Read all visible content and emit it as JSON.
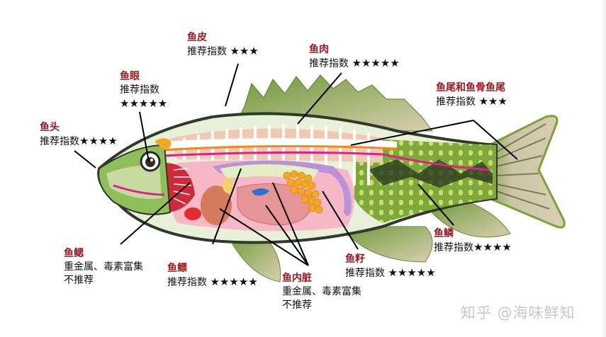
{
  "diagram": {
    "subject": "fish anatomy — parts recommended for eating",
    "labels": [
      {
        "id": "head",
        "title": "鱼头",
        "text": "推荐指数",
        "stars": "★★★★",
        "rating": 4
      },
      {
        "id": "eye",
        "title": "鱼眼",
        "text": "推荐指数",
        "stars": "★★★★★",
        "rating": 5
      },
      {
        "id": "skin",
        "title": "鱼皮",
        "text": "推荐指数",
        "stars": "★★★",
        "rating": 3
      },
      {
        "id": "meat",
        "title": "鱼肉",
        "text": "推荐指数",
        "stars": "★★★★★",
        "rating": 5
      },
      {
        "id": "tail",
        "title": "鱼尾和鱼骨鱼尾",
        "text": "推荐指数",
        "stars": "★★★",
        "rating": 3
      },
      {
        "id": "gills",
        "title": "鱼鳃",
        "text": "重金属、毒素富集",
        "text2": "不推荐",
        "rating": 0
      },
      {
        "id": "swim-bladder",
        "title": "鱼鳔",
        "text": "推荐指数",
        "stars": "★★★★★",
        "rating": 5
      },
      {
        "id": "viscera",
        "title": "鱼内脏",
        "text": "重金属、毒素富集",
        "text2": "不推荐",
        "rating": 0
      },
      {
        "id": "roe",
        "title": "鱼籽",
        "text": "推荐指数",
        "stars": "★★★★★",
        "rating": 5
      },
      {
        "id": "scales",
        "title": "鱼鳞",
        "text": "推荐指数",
        "stars": "★★★★",
        "rating": 4
      }
    ],
    "watermark": "知乎 @海味鲜知"
  },
  "colors": {
    "label_title": "#a0141c",
    "label_text": "#111111",
    "watermark": "#c8c8c8"
  }
}
